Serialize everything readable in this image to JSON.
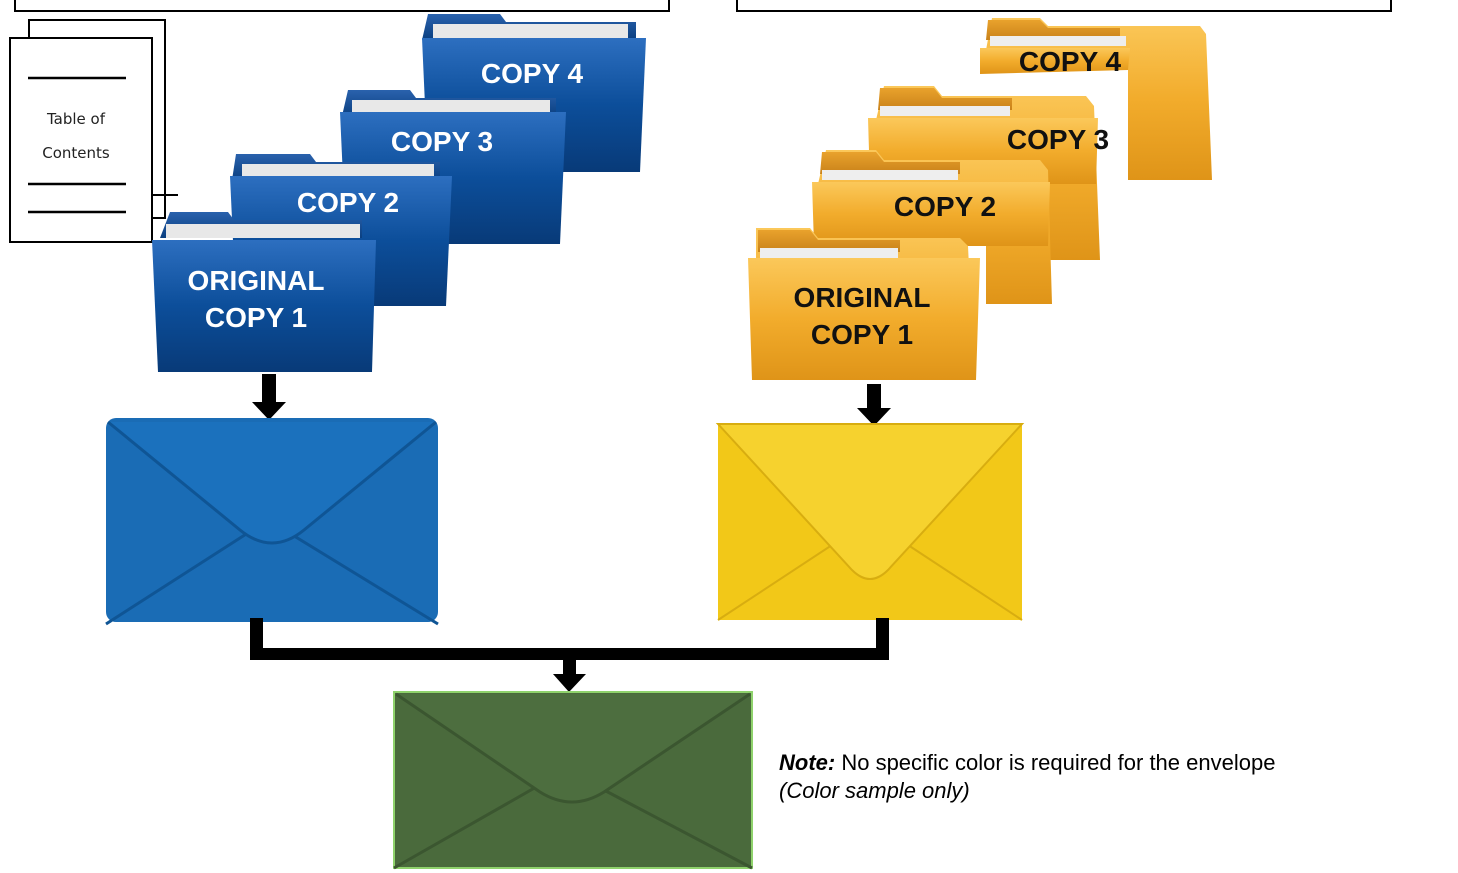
{
  "toc_document": {
    "line1": "Table of",
    "line2": "Contents"
  },
  "blue_folders": [
    {
      "label_line1": "COPY 4",
      "label_line2": ""
    },
    {
      "label_line1": "COPY 3",
      "label_line2": ""
    },
    {
      "label_line1": "COPY 2",
      "label_line2": ""
    },
    {
      "label_line1": "ORIGINAL",
      "label_line2": "COPY 1"
    }
  ],
  "gold_folders": [
    {
      "label_line1": "COPY 4",
      "label_line2": ""
    },
    {
      "label_line1": "COPY 3",
      "label_line2": ""
    },
    {
      "label_line1": "COPY 2",
      "label_line2": ""
    },
    {
      "label_line1": "ORIGINAL",
      "label_line2": "COPY 1"
    }
  ],
  "envelopes": {
    "blue": {
      "color": "#1a6cb5"
    },
    "yellow": {
      "color": "#f2c818"
    },
    "green": {
      "color": "#4a6a3c"
    }
  },
  "note": {
    "prefix": "Note:",
    "text": " No specific color is required for the envelope",
    "subtext": "(Color sample only)"
  },
  "colors": {
    "blue_folder": "#0c4e9a",
    "gold_folder": "#f0a928",
    "arrow": "#000000"
  }
}
